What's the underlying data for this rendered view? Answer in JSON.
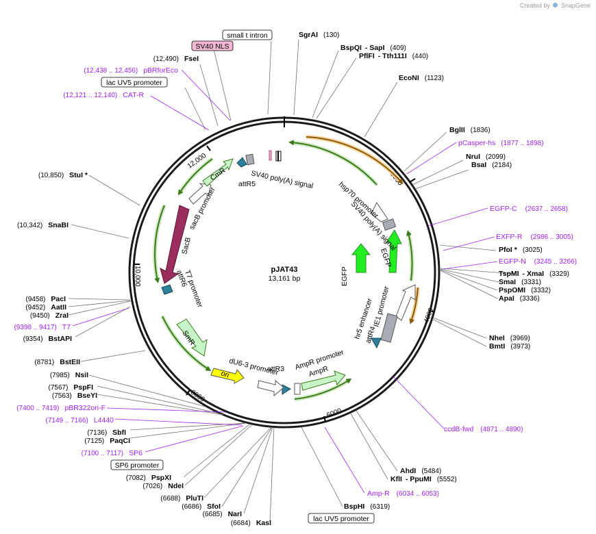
{
  "watermark": {
    "prefix": "Created by",
    "brand": "SnapGene"
  },
  "map": {
    "name": "pJAT43",
    "length_label": "13,161 bp",
    "tick_labels": [
      "2000",
      "4000",
      "6000",
      "8000",
      "10,000",
      "12,000"
    ],
    "sites": [
      {
        "name": "SgrAI",
        "pos": "(130)"
      },
      {
        "name": "BspQI",
        "name2": "SapI",
        "pos": "(409)"
      },
      {
        "name": "PflFI",
        "name2": "Tth111I",
        "pos": "(440)"
      },
      {
        "name": "EcoNI",
        "pos": "(1123)"
      },
      {
        "name": "BglII",
        "pos": "(1836)"
      },
      {
        "name": "NruI",
        "pos": "(2099)"
      },
      {
        "name": "BsaI",
        "pos": "(2184)"
      },
      {
        "name": "PfoI *",
        "pos": "(3025)"
      },
      {
        "name": "TspMI",
        "name2": "XmaI",
        "pos": "(3329)"
      },
      {
        "name": "SmaI",
        "pos": "(3331)"
      },
      {
        "name": "PspOMI",
        "pos": "(3332)"
      },
      {
        "name": "ApaI",
        "pos": "(3336)"
      },
      {
        "name": "NheI",
        "pos": "(3969)"
      },
      {
        "name": "BmtI",
        "pos": "(3973)"
      },
      {
        "name": "AhdI",
        "pos": "(5484)"
      },
      {
        "name": "KflI",
        "name2": "PpuMI",
        "pos": "(5552)"
      },
      {
        "name": "BspHI",
        "pos": "(6319)"
      },
      {
        "name": "KasI",
        "pos": "(6684)"
      },
      {
        "name": "NarI",
        "pos": "(6685)"
      },
      {
        "name": "SfoI",
        "pos": "(6686)"
      },
      {
        "name": "PluTI",
        "pos": "(6688)"
      },
      {
        "name": "NdeI",
        "pos": "(7026)"
      },
      {
        "name": "PspXI",
        "pos": "(7082)"
      },
      {
        "name": "PaqCI",
        "pos": "(7125)"
      },
      {
        "name": "SbfI",
        "pos": "(7136)"
      },
      {
        "name": "BseYI",
        "pos": "(7563)"
      },
      {
        "name": "PspFI",
        "pos": "(7567)"
      },
      {
        "name": "NsiI",
        "pos": "(7985)"
      },
      {
        "name": "BstEII",
        "pos": "(8781)"
      },
      {
        "name": "BstAPI",
        "pos": "(9354)"
      },
      {
        "name": "ZraI",
        "pos": "(9450)"
      },
      {
        "name": "AatII",
        "pos": "(9452)"
      },
      {
        "name": "PacI",
        "pos": "(9458)"
      },
      {
        "name": "SnaBI",
        "pos": "(10,342)"
      },
      {
        "name": "StuI *",
        "pos": "(10,850)"
      },
      {
        "name": "FseI",
        "pos": "(12,490)"
      }
    ],
    "primers": [
      {
        "name": "pCasper-hs",
        "range": "(1877 .. 1898)"
      },
      {
        "name": "EGFP-C",
        "range": "(2637 .. 2658)"
      },
      {
        "name": "EXFP-R",
        "range": "(2986 .. 3005)"
      },
      {
        "name": "EGFP-N",
        "range": "(3245 .. 3266)"
      },
      {
        "name": "ccdB-fwd",
        "range": "(4871 .. 4890)"
      },
      {
        "name": "Amp-R",
        "range": "(6034 .. 6053)"
      },
      {
        "name": "SP6",
        "range": "(7100 .. 7117)"
      },
      {
        "name": "L4440",
        "range": "(7149 .. 7166)"
      },
      {
        "name": "pBR322ori-F",
        "range": "(7400 .. 7419)"
      },
      {
        "name": "T7",
        "range": "(9398 .. 9417)"
      },
      {
        "name": "CAT-R",
        "range": "(12,121 .. 12,140)"
      },
      {
        "name": "pBRforEco",
        "range": "(12,438 .. 12,456)"
      }
    ],
    "boxed_labels": {
      "small_t_intron": "small t intron",
      "sv40_nls": "SV40 NLS",
      "lac_uv5_top": "lac UV5 promoter",
      "sp6_promoter": "SP6 promoter",
      "lac_uv5_bottom": "lac UV5 promoter"
    },
    "features": {
      "sv40_polya_top": "SV40 poly(A) signal",
      "hsp70": "hsp70 promoter",
      "sv40_polya_mid": "SV40 poly(A) signal",
      "egfp_1": "EGFP",
      "egfp_2": "EGFP",
      "ie1": "IE1 promoter",
      "hr5": "hr5 enhancer",
      "attR4": "attR4",
      "ampr_promoter": "AmpR promoter",
      "ampr": "AmpR",
      "attR3": "attR3",
      "du6": "dU6-3 promoter",
      "ori": "ori",
      "smr": "SmR",
      "t7_promoter": "T7 promoter",
      "attR6": "attR6",
      "sacb": "SacB",
      "sacb_promoter": "sacB promoter",
      "cmr": "CmR",
      "attR5": "attR5"
    }
  },
  "colors": {
    "primer": "#a020f0",
    "sacb": "#9b2c5e",
    "egfp": "#22ee22",
    "ori": "#ffff00",
    "resistance": "#c8f5c8",
    "att": "#2e7f99",
    "grey_feature": "#a7abb3",
    "sv40": "#f2b8d2",
    "green_arc": "#5aa02c",
    "orange_arc": "#d99b2b"
  }
}
